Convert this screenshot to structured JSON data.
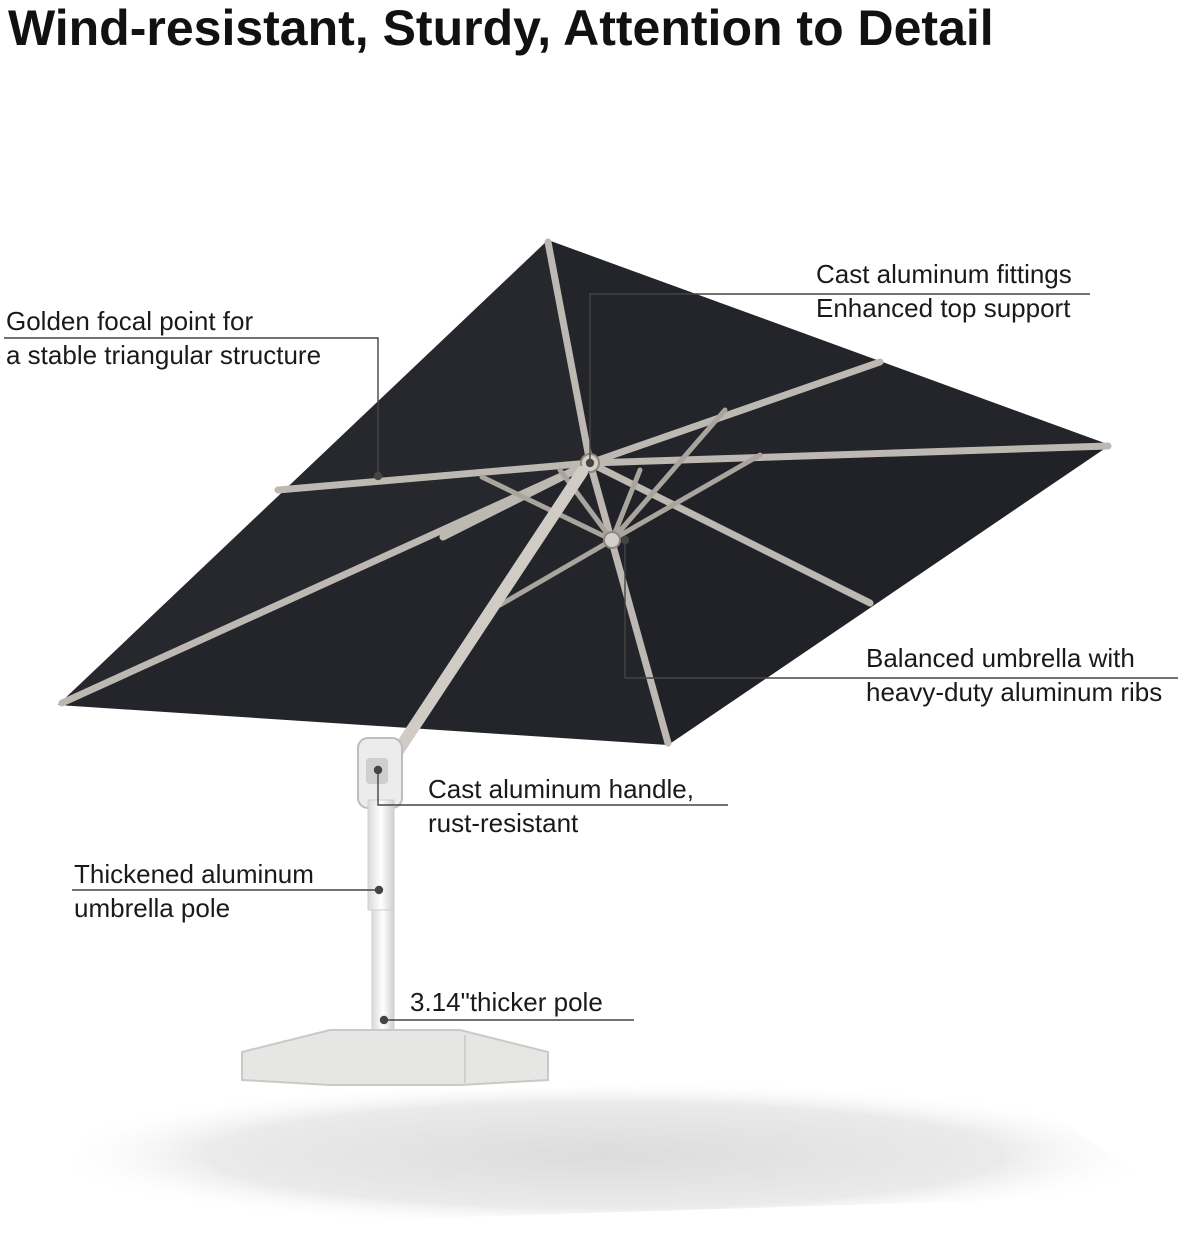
{
  "title": "Wind-resistant, Sturdy, Attention to Detail",
  "callouts": {
    "focal_point": {
      "line1": "Golden focal point for",
      "line2": "a stable triangular structure"
    },
    "fittings": {
      "line1": "Cast aluminum fittings",
      "line2": "Enhanced top support"
    },
    "ribs": {
      "line1": "Balanced umbrella with",
      "line2": "heavy-duty aluminum ribs"
    },
    "handle": {
      "line1": "Cast aluminum handle,",
      "line2": "rust-resistant"
    },
    "pole": {
      "line1": "Thickened aluminum",
      "line2": "umbrella pole"
    },
    "thicker_pole": {
      "line1": "3.14\"thicker pole"
    }
  },
  "colors": {
    "canopy": "#23252a",
    "frame": "#c9c6c0",
    "base": "#e6e6e4",
    "leader_line": "#333333"
  }
}
